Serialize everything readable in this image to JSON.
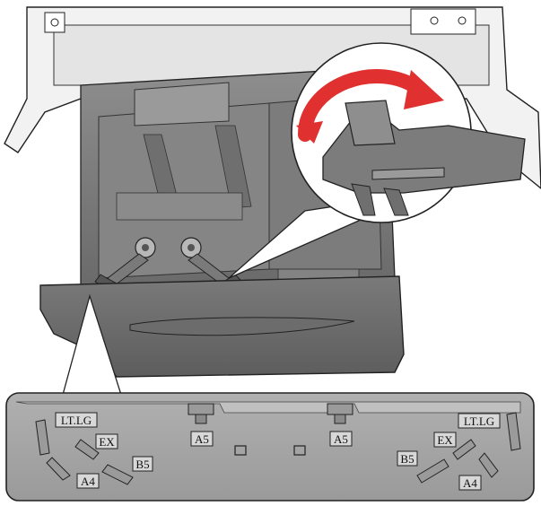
{
  "diagram": {
    "left_labels": {
      "ltlg": "LT.LG",
      "ex": "EX",
      "a4": "A4",
      "b5": "B5",
      "a5": "A5"
    },
    "right_labels": {
      "ltlg": "LT.LG",
      "ex": "EX",
      "a4": "A4",
      "b5": "B5",
      "a5": "A5"
    }
  }
}
